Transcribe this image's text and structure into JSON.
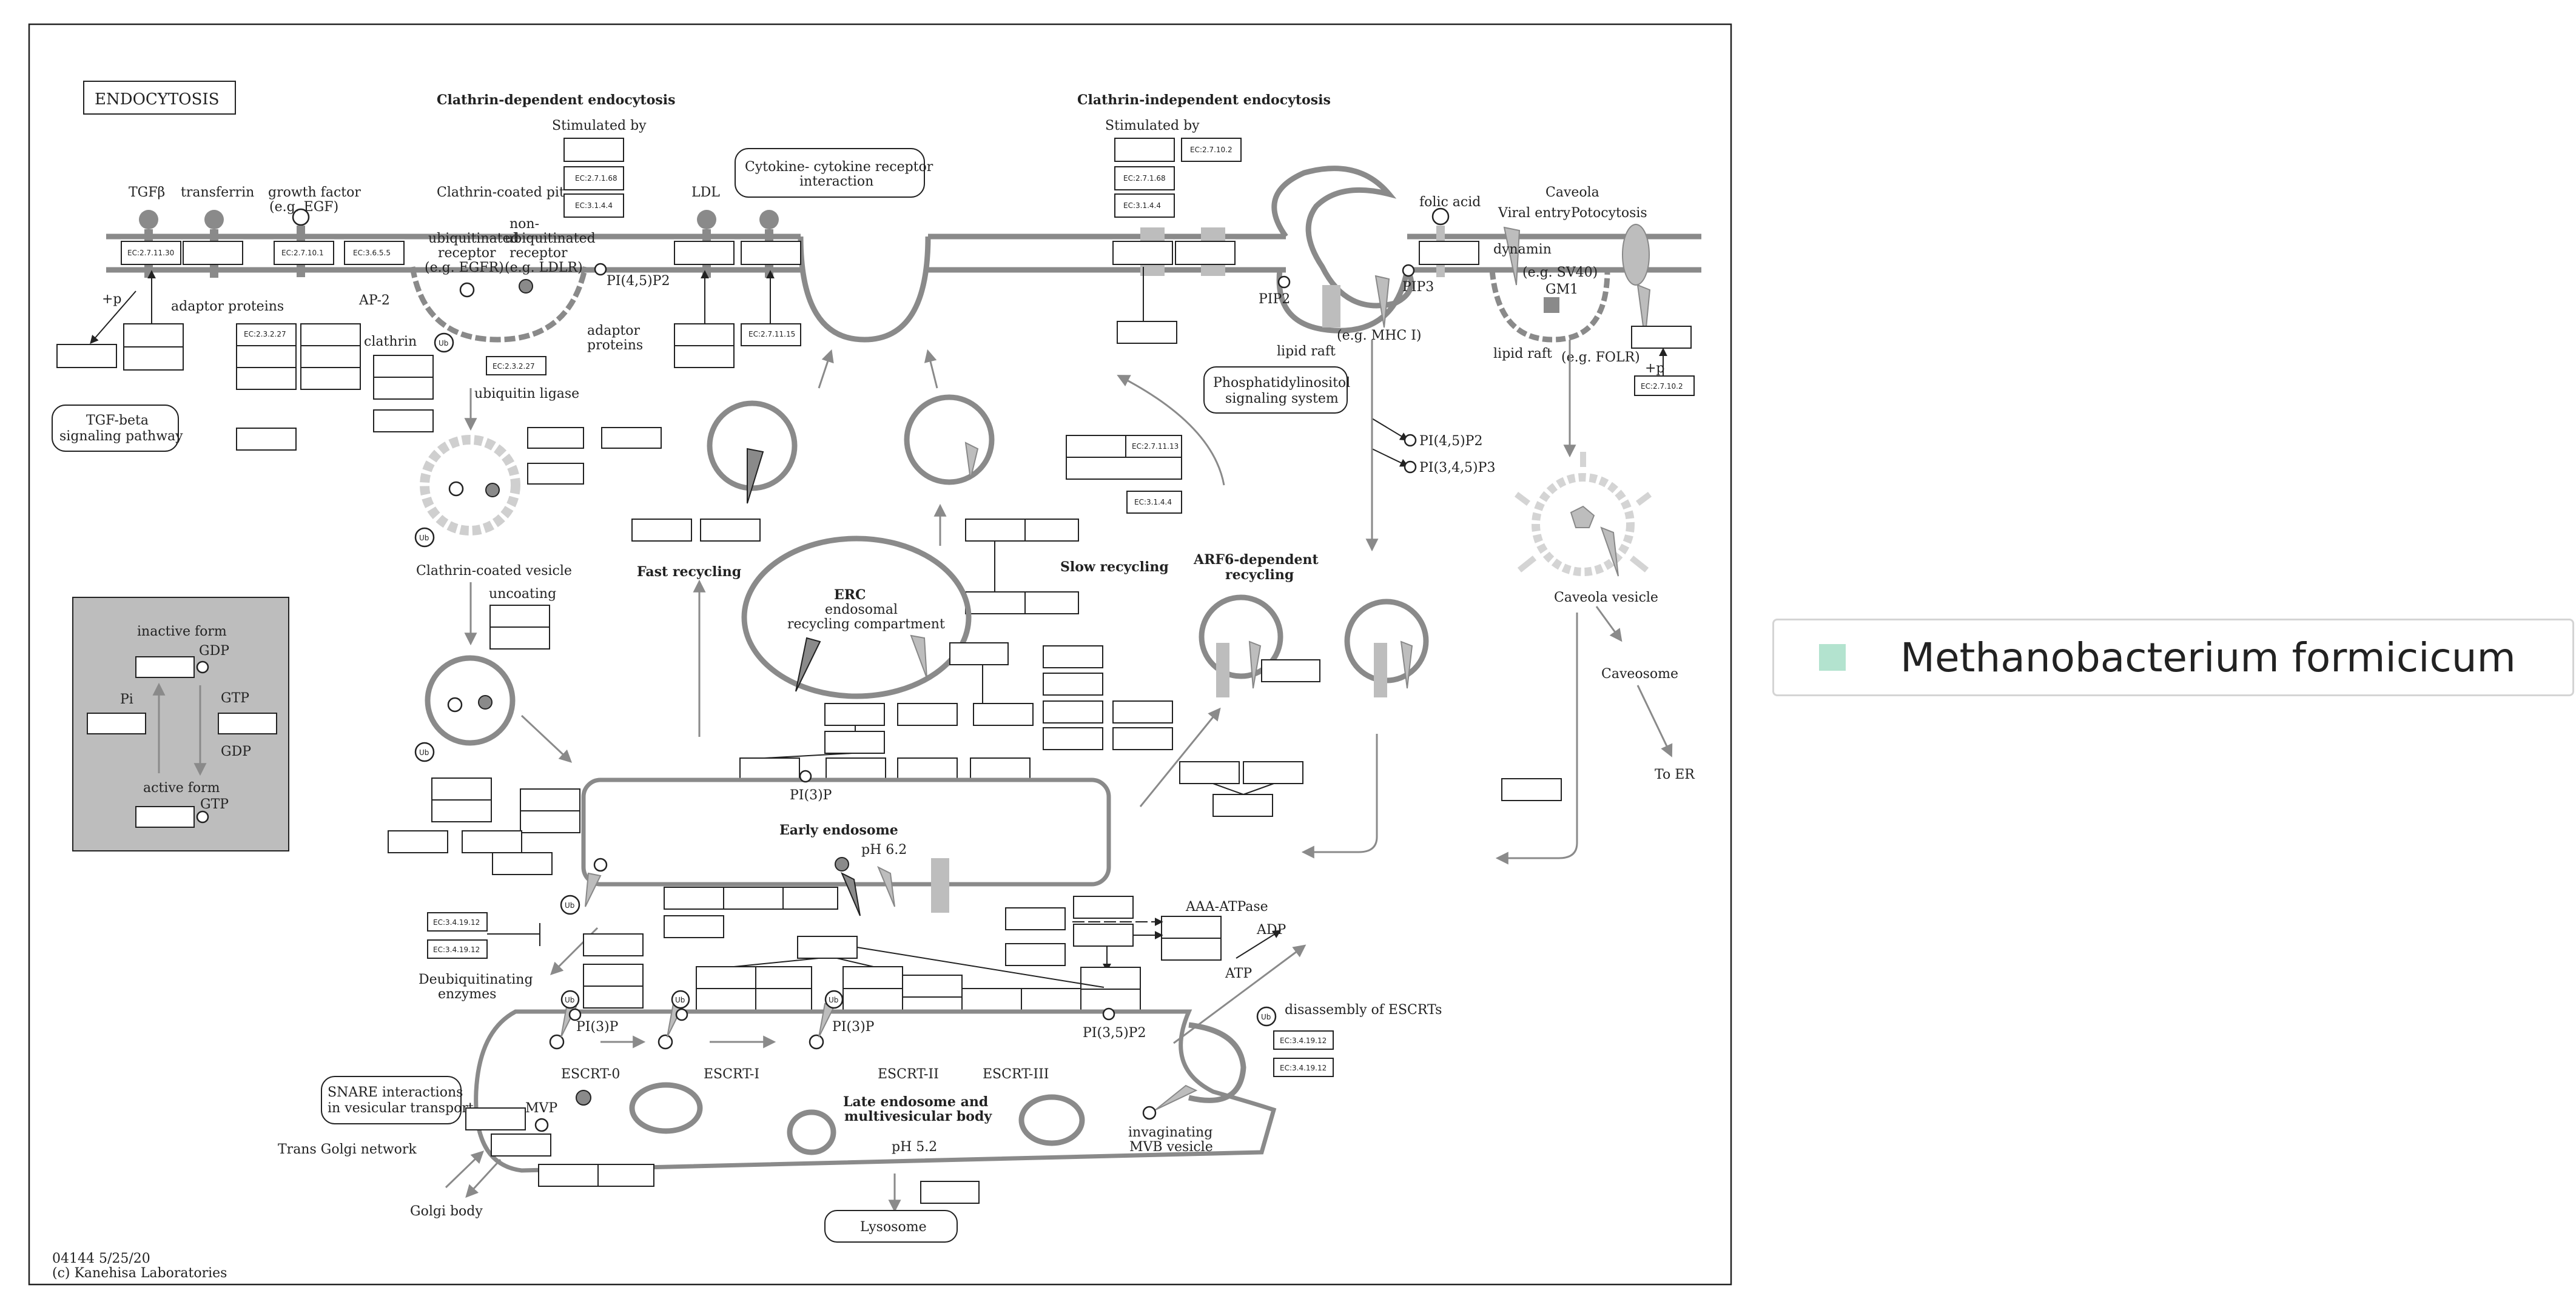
{
  "title": "ENDOCYTOSIS",
  "sections": {
    "clathrin_dependent": "Clathrin-dependent endocytosis",
    "clathrin_independent": "Clathrin-independent endocytosis",
    "fast_recycling": "Fast recycling",
    "slow_recycling": "Slow recycling",
    "arf6": "ARF6-dependent",
    "arf6_2": "recycling",
    "early_endosome": "Early endosome",
    "late_endosome": "Late endosome and",
    "late_endosome_2": "multivesicular body",
    "erc": "ERC",
    "erc_2": "endosomal",
    "erc_3": "recycling compartment"
  },
  "labels": {
    "tgfb": "TGFβ",
    "transferrin": "transferrin",
    "growth_factor": "growth factor",
    "egf": "(e.g. EGF)",
    "stimulated_by": "Stimulated by",
    "clathrin_coated_pit": "Clathrin-coated pit",
    "ldl": "LDL",
    "cytokine": "Cytokine- cytokine receptor",
    "cytokine_2": "interaction",
    "folic_acid": "folic acid",
    "caveola": "Caveola",
    "viral_entry": "Viral entry",
    "potocytosis": "Potocytosis",
    "ubiq_receptor": "ubiquitinated",
    "ubiq_receptor_2": "receptor",
    "ubiq_receptor_3": "(e.g. EGFR)",
    "nonubiq": "non-",
    "nonubiq_2": "ubiquitinated",
    "nonubiq_3": "receptor",
    "nonubiq_4": "(e.g. LDLR)",
    "pi45p2": "PI(4,5)P2",
    "pip2": "PIP2",
    "pip3": "PIP3",
    "dynamin": "dynamin",
    "sv40": "(e.g. SV40)",
    "gm1": "GM1",
    "p_plus": "+p",
    "adaptor_proteins": "adaptor proteins",
    "ap2": "AP-2",
    "clathrin": "clathrin",
    "adaptor_proteins_2": "adaptor",
    "adaptor_proteins_3": "proteins",
    "ubiquitin_ligase": "ubiquitin ligase",
    "lipid_raft": "lipid raft",
    "mhc": "(e.g. MHC I)",
    "folr": "(e.g. FOLR)",
    "tgf_path": "TGF-beta",
    "tgf_path_2": "signaling pathway",
    "phosph": "Phosphatidylinositol",
    "phosph_2": "signaling system",
    "pi345p3": "PI(3,4,5)P3",
    "clathrin_vesicle": "Clathrin-coated vesicle",
    "uncoating": "uncoating",
    "caveola_vesicle": "Caveola vesicle",
    "caveosome": "Caveosome",
    "to_er": "To ER",
    "inactive_form": "inactive form",
    "active_form": "active form",
    "gdp": "GDP",
    "gtp": "GTP",
    "pi": "Pi",
    "pi3p": "PI(3)P",
    "ph62": "pH 6.2",
    "ph52": "pH 5.2",
    "aaa": "AAA-ATPase",
    "adp": "ADP",
    "atp": "ATP",
    "deubiq": "Deubiquitinating",
    "deubiq_2": "enzymes",
    "disassembly": "disassembly of ESCRTs",
    "pi35p2": "PI(3,5)P2",
    "escrt0": "ESCRT-0",
    "escrt1": "ESCRT-I",
    "escrt2": "ESCRT-II",
    "escrt3": "ESCRT-III",
    "snare": "SNARE interactions",
    "snare_2": "in vesicular transport",
    "mvp": "MVP",
    "trans_golgi": "Trans Golgi network",
    "golgi_body": "Golgi body",
    "lysosome": "Lysosome",
    "invaginating": "invaginating",
    "mvb_vesicle": "MVB vesicle",
    "ub": "Ub",
    "footer_1": "04144 5/25/20",
    "footer_2": "(c) Kanehisa Laboratories"
  },
  "ec": {
    "ec27130": "EC:2.7.11.30",
    "ec27101": "EC:2.7.10.1",
    "ec36155": "EC:3.6.5.5",
    "ec27168": "EC:2.7.1.68",
    "ec31414": "EC:3.1.4.4",
    "ec23227": "EC:2.3.2.27",
    "ec271115": "EC:2.7.11.15",
    "ec27102": "EC:2.7.10.2",
    "ec271113": "EC:2.7.11.13",
    "ec341912": "EC:3.4.19.12"
  },
  "legend": {
    "label": "Methanobacterium formicicum",
    "color": "#b3e3cf"
  }
}
